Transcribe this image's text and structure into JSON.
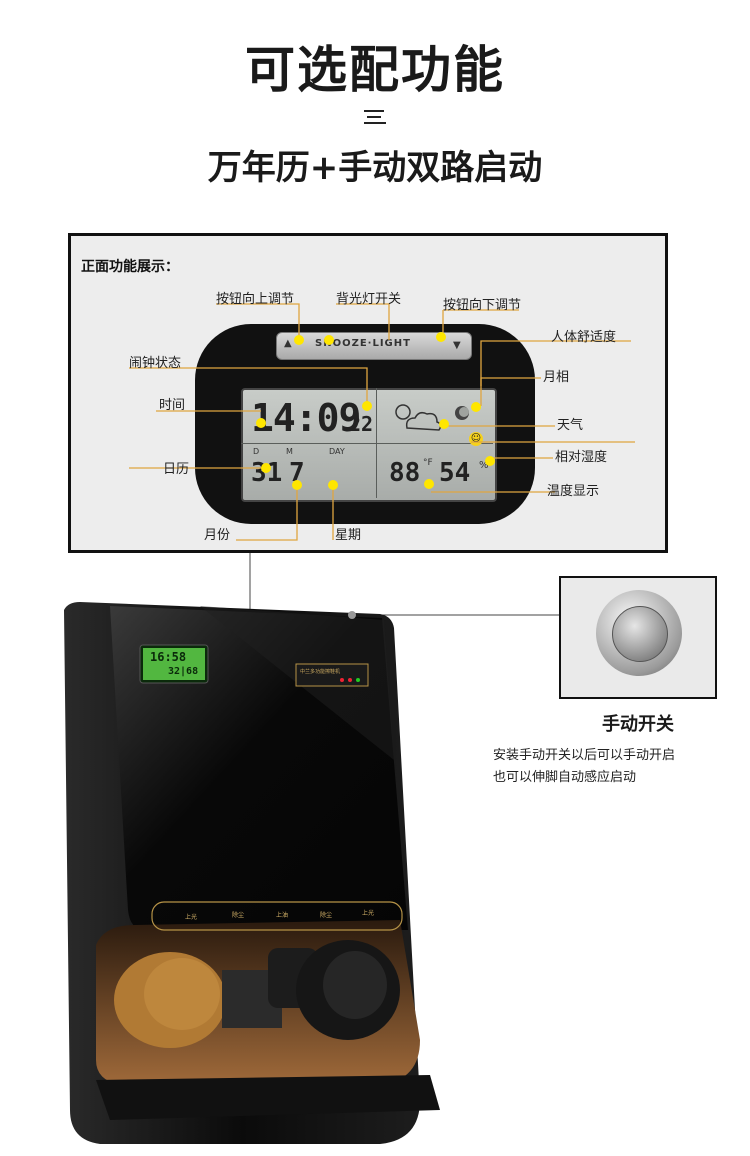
{
  "header": {
    "title": "可选配功能",
    "subtitle": "万年历+手动双路启动"
  },
  "panel": {
    "title": "正面功能展示：",
    "labels": {
      "up": "按钮向上调节",
      "backlight": "背光灯开关",
      "down": "按钮向下调节",
      "comfort": "人体舒适度",
      "alarm": "闹钟状态",
      "moon": "月相",
      "time": "时间",
      "weather": "天气",
      "humidity": "相对湿度",
      "date": "日历",
      "temp": "温度显示",
      "month": "月份",
      "week": "星期"
    },
    "clock": {
      "button_label": "SNOOZE·LIGHT",
      "time": "14:09",
      "seconds": "22",
      "d": "D",
      "m": "M",
      "day": "DAY",
      "date": "31",
      "month": "7",
      "temp": "88",
      "temp_unit": "°F",
      "humidity": "54",
      "humidity_unit": "%"
    }
  },
  "device": {
    "lcd_time": "16:58",
    "lcd_row2": "32|68",
    "brand_plate": "中兰多功能擦鞋机",
    "controls": [
      "上光",
      "除尘",
      "上油",
      "除尘",
      "上光"
    ]
  },
  "manual_switch": {
    "title": "手动开关",
    "desc_line1": "安装手动开关以后可以手动开启",
    "desc_line2": "也可以伸脚自动感应启动"
  },
  "colors": {
    "marker": "#ffe600",
    "lcd_green": "#7dff59",
    "brush_brown": "#b17a34",
    "device_black": "#0d0d0d"
  }
}
